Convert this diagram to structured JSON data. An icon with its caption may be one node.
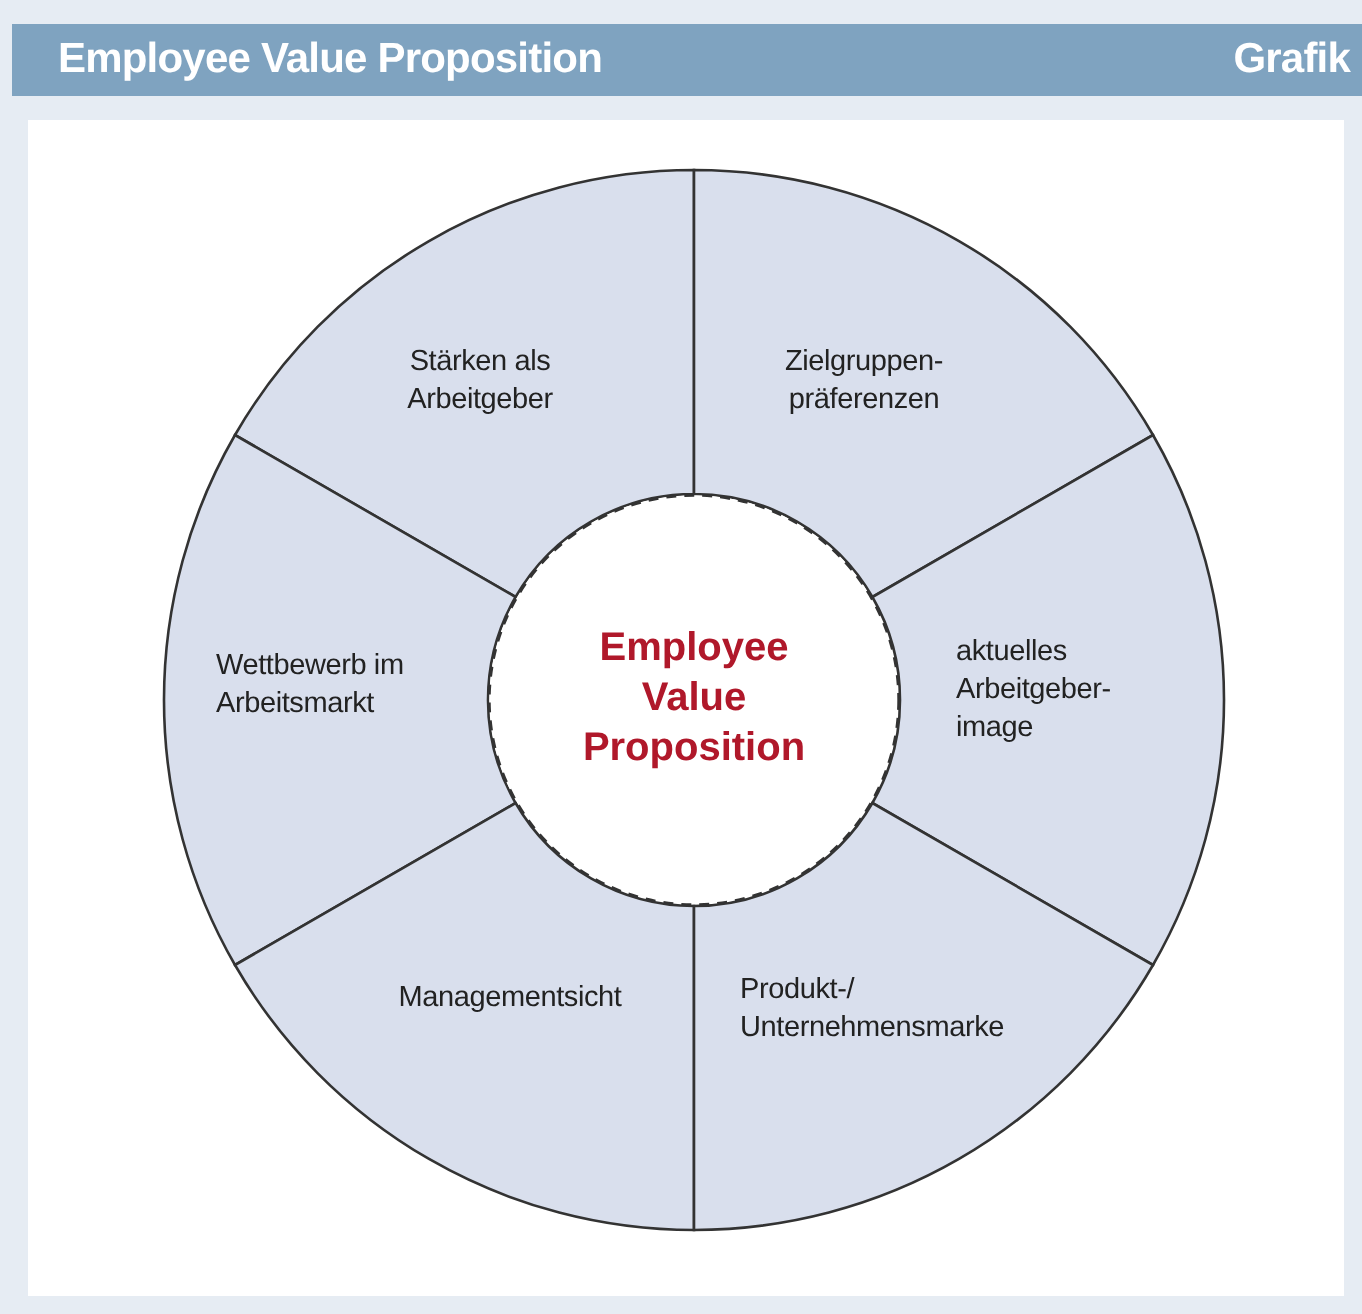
{
  "diagram": {
    "title": "Employee Value Proposition",
    "nodes": [
      {
        "text": [
          "Stärken als Arbeitgeber"
        ]
      },
      {
        "text": [
          "Zielgruppen- präferenzen"
        ]
      },
      {
        "text": [
          "Wettbewerb im Arbeitsmarkt"
        ]
      },
      {
        "text": [
          "Employee Value Proposition"
        ]
      },
      {
        "text": [
          "aktuelles Arbeitgeber- image"
        ]
      },
      {
        "text": [
          "Managementsicht"
        ]
      },
      {
        "text": [
          "Produkt-/ Unternehmensmarke"
        ]
      }
    ],
    "labels": [
      "Grafik"
    ]
  }
}
